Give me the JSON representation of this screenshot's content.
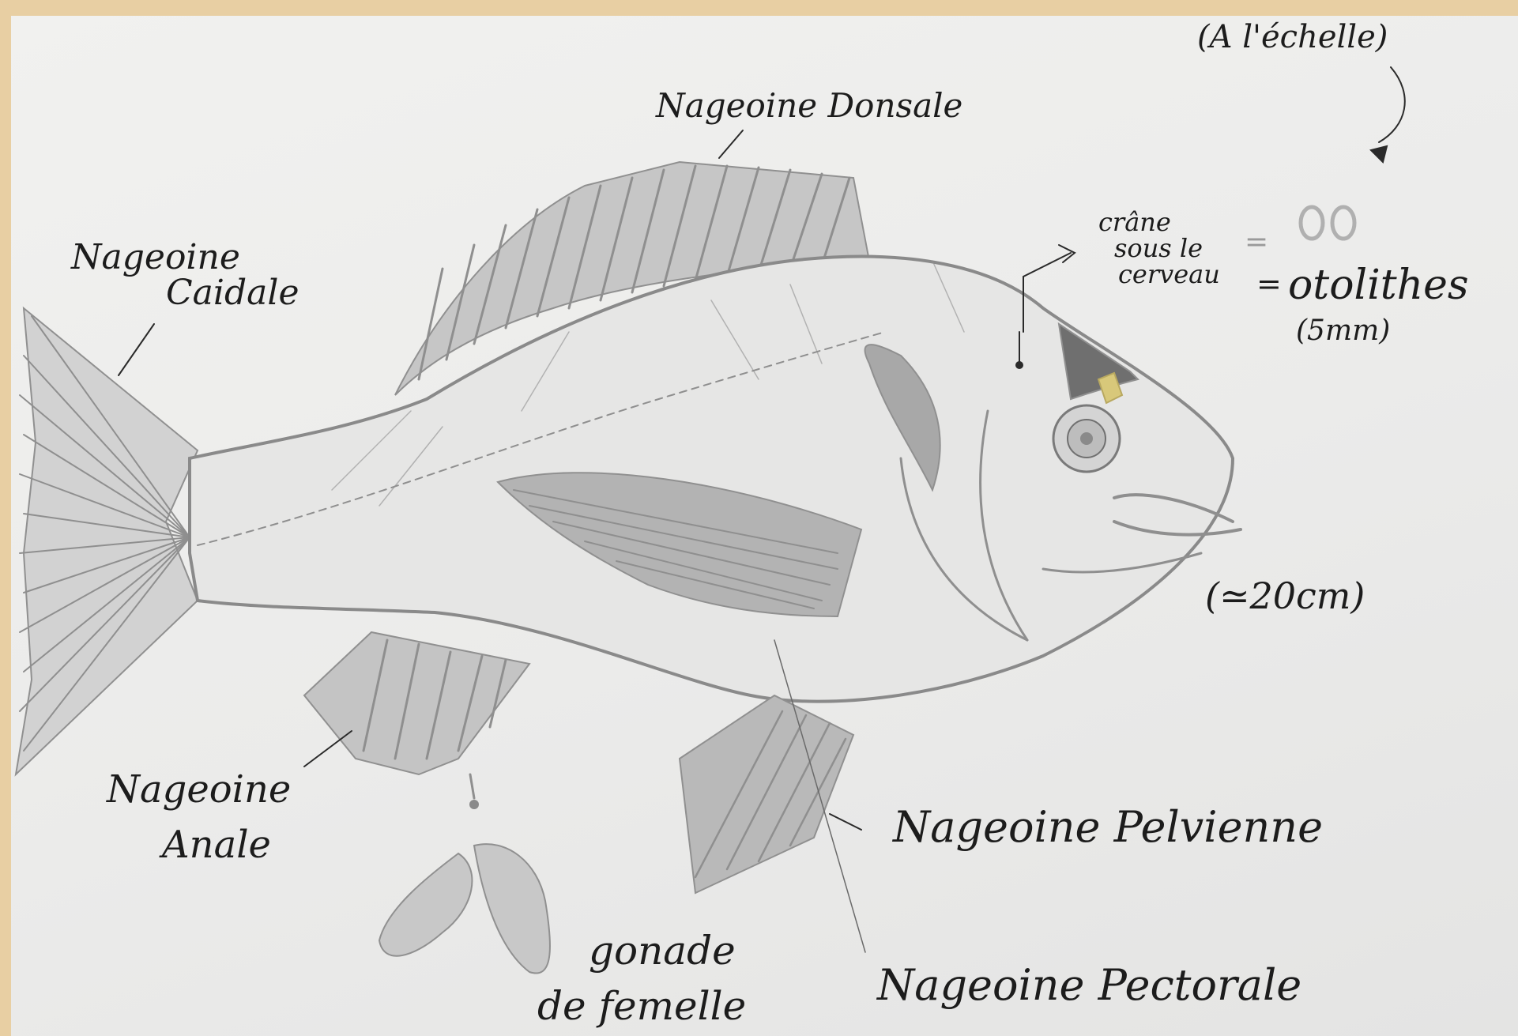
{
  "labels": {
    "dorsal": "Nageoine Donsale",
    "caudal_line1": "Nageoine",
    "caudal_line2": "Caidale",
    "scale_note": "(A l'échelle)",
    "crane_line1": "crâne",
    "crane_line2": "sous le",
    "crane_line3": "cerveau",
    "equals_1": "=",
    "equals_2": "=",
    "otolithes": "otolithes",
    "otolithes_size": "(5mm)",
    "fish_size": "(≃20cm)",
    "anal_line1": "Nageoine",
    "anal_line2": "Anale",
    "pelvienne": "Nageoine Pelvienne",
    "pectorale": "Nageoine Pectorale",
    "gonade_line1": "gonade",
    "gonade_line2": "de femelle"
  },
  "colors": {
    "paper": "#eeeeec",
    "pencil": "#8f8f8f",
    "ink": "#1c1c1c",
    "otolith_patch": "#d8c87a",
    "background": "#e8cfa3"
  }
}
